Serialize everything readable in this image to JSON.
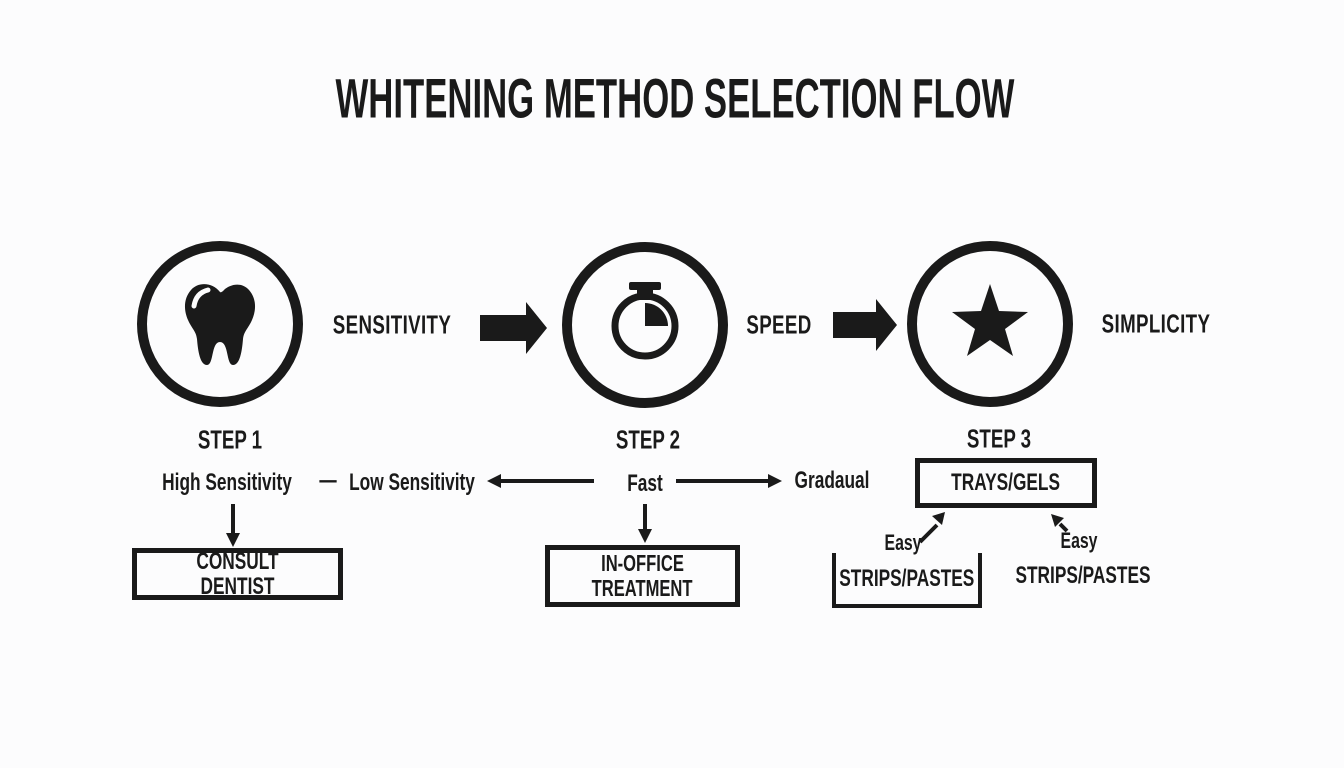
{
  "title": "WHITENING METHOD SELECTION FLOW",
  "colors": {
    "background": "#fcfcfd",
    "ink": "#1a1a1a"
  },
  "steps": [
    {
      "label": "STEP 1",
      "criterion": "SENSITIVITY",
      "icon": "tooth-icon"
    },
    {
      "label": "STEP 2",
      "criterion": "SPEED",
      "icon": "stopwatch-icon"
    },
    {
      "label": "STEP 3",
      "criterion": "SIMPLICITY",
      "icon": "star-icon"
    }
  ],
  "branch1": {
    "left_option": "High Sensitivity",
    "separator": "—",
    "right_option": "Low Sensitivity",
    "outcome": "CONSULT DENTIST"
  },
  "branch2": {
    "center_option": "Fast",
    "right_option": "Gradaual",
    "outcome_line1": "IN-OFFICE",
    "outcome_line2": "TREATMENT"
  },
  "branch3": {
    "outcome": "TRAYS/GELS",
    "easy_left": "Easy",
    "easy_right": "Easy",
    "source_boxed": "STRIPS/PASTES",
    "source_plain": "STRIPS/PASTES"
  }
}
